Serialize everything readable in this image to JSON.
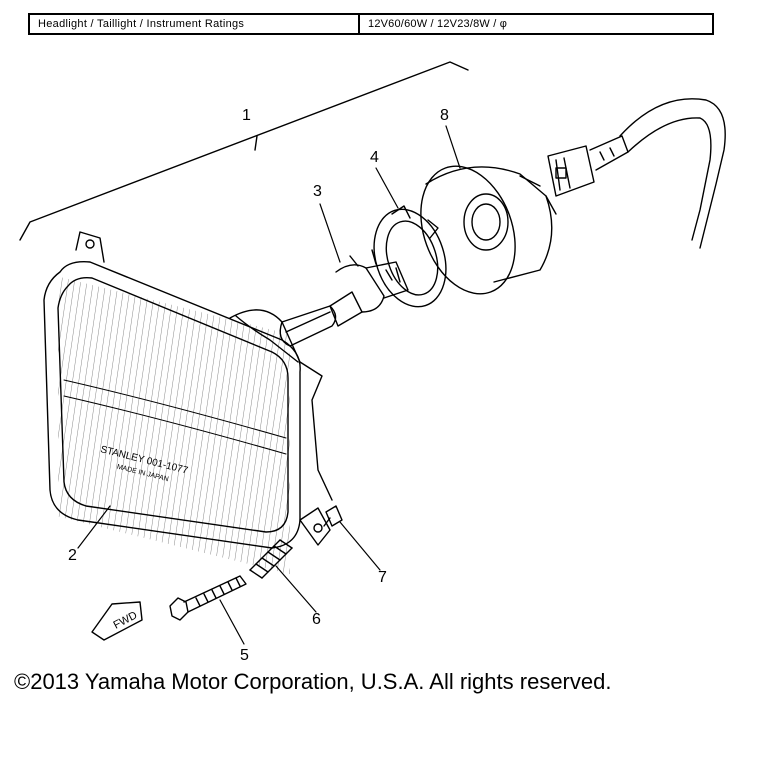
{
  "spec_table": {
    "label": "Headlight / Taillight / Instrument Ratings",
    "value": "12V60/60W / 12V23/8W / φ"
  },
  "callouts": [
    "1",
    "2",
    "3",
    "4",
    "5",
    "6",
    "7",
    "8"
  ],
  "lens_markings": {
    "brand": "STANLEY 001-1077",
    "origin": "MADE IN JAPAN"
  },
  "fwd_arrow_label": "FWD",
  "copyright": "©2013 Yamaha Motor Corporation, U.S.A. All rights reserved."
}
